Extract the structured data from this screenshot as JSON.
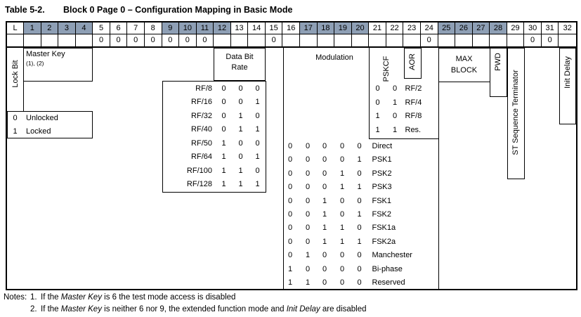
{
  "title": {
    "label": "Table 5-2.",
    "text": "Block 0 Page 0 – Configuration Mapping in Basic Mode"
  },
  "bit_header": {
    "columns": [
      "L",
      "1",
      "2",
      "3",
      "4",
      "5",
      "6",
      "7",
      "8",
      "9",
      "10",
      "11",
      "12",
      "13",
      "14",
      "15",
      "16",
      "17",
      "18",
      "19",
      "20",
      "21",
      "22",
      "23",
      "24",
      "25",
      "26",
      "27",
      "28",
      "29",
      "30",
      "31",
      "32"
    ],
    "shaded_columns": [
      1,
      2,
      3,
      4,
      9,
      10,
      11,
      12,
      17,
      18,
      19,
      20,
      25,
      26,
      27,
      28
    ],
    "shade_color": "#8E9FB5",
    "fixed_zero_columns": [
      5,
      6,
      7,
      8,
      9,
      10,
      11,
      15,
      24,
      30,
      31
    ],
    "fixed_zero_value": "0"
  },
  "fields": {
    "lock_bit": {
      "label": "Lock Bit",
      "legend": [
        {
          "value": "0",
          "meaning": "Unlocked"
        },
        {
          "value": "1",
          "meaning": "Locked"
        }
      ]
    },
    "master_key": {
      "label": "Master Key",
      "note_refs": "(1), (2)"
    },
    "data_bit_rate": {
      "label_lines": [
        "Data Bit",
        "Rate"
      ],
      "options": [
        {
          "name": "RF/8",
          "bits": [
            "0",
            "0",
            "0"
          ]
        },
        {
          "name": "RF/16",
          "bits": [
            "0",
            "0",
            "1"
          ]
        },
        {
          "name": "RF/32",
          "bits": [
            "0",
            "1",
            "0"
          ]
        },
        {
          "name": "RF/40",
          "bits": [
            "0",
            "1",
            "1"
          ]
        },
        {
          "name": "RF/50",
          "bits": [
            "1",
            "0",
            "0"
          ]
        },
        {
          "name": "RF/64",
          "bits": [
            "1",
            "0",
            "1"
          ]
        },
        {
          "name": "RF/100",
          "bits": [
            "1",
            "1",
            "0"
          ]
        },
        {
          "name": "RF/128",
          "bits": [
            "1",
            "1",
            "1"
          ]
        }
      ]
    },
    "modulation": {
      "label": "Modulation",
      "options": [
        {
          "bits": [
            "0",
            "0",
            "0",
            "0",
            "0"
          ],
          "name": "Direct"
        },
        {
          "bits": [
            "0",
            "0",
            "0",
            "0",
            "1"
          ],
          "name": "PSK1"
        },
        {
          "bits": [
            "0",
            "0",
            "0",
            "1",
            "0"
          ],
          "name": "PSK2"
        },
        {
          "bits": [
            "0",
            "0",
            "0",
            "1",
            "1"
          ],
          "name": "PSK3"
        },
        {
          "bits": [
            "0",
            "0",
            "1",
            "0",
            "0"
          ],
          "name": "FSK1"
        },
        {
          "bits": [
            "0",
            "0",
            "1",
            "0",
            "1"
          ],
          "name": "FSK2"
        },
        {
          "bits": [
            "0",
            "0",
            "1",
            "1",
            "0"
          ],
          "name": "FSK1a"
        },
        {
          "bits": [
            "0",
            "0",
            "1",
            "1",
            "1"
          ],
          "name": "FSK2a"
        },
        {
          "bits": [
            "0",
            "1",
            "0",
            "0",
            "0"
          ],
          "name": "Manchester"
        },
        {
          "bits": [
            "1",
            "0",
            "0",
            "0",
            "0"
          ],
          "name": "Bi-phase"
        },
        {
          "bits": [
            "1",
            "1",
            "0",
            "0",
            "0"
          ],
          "name": "Reserved"
        }
      ]
    },
    "pskcf": {
      "label": "PSKCF",
      "options": [
        {
          "bits": [
            "0",
            "0"
          ],
          "name": "RF/2"
        },
        {
          "bits": [
            "0",
            "1"
          ],
          "name": "RF/4"
        },
        {
          "bits": [
            "1",
            "0"
          ],
          "name": "RF/8"
        },
        {
          "bits": [
            "1",
            "1"
          ],
          "name": "Res."
        }
      ]
    },
    "aor": {
      "label": "AOR"
    },
    "max_block": {
      "label_lines": [
        "MAX",
        "BLOCK"
      ]
    },
    "pwd": {
      "label": "PWD"
    },
    "st_sequence_terminator": {
      "label": "ST Sequence Terminator"
    },
    "init_delay": {
      "label": "Init Delay"
    }
  },
  "notes": {
    "label": "Notes:",
    "items": [
      {
        "num": "1.",
        "parts": [
          {
            "t": "If the "
          },
          {
            "t": "Master Key",
            "i": true
          },
          {
            "t": " is 6 the test mode access is disabled"
          }
        ]
      },
      {
        "num": "2.",
        "parts": [
          {
            "t": "If the "
          },
          {
            "t": "Master Key",
            "i": true
          },
          {
            "t": " is neither 6 nor 9, the extended function mode and "
          },
          {
            "t": "Init Delay",
            "i": true
          },
          {
            "t": " are disabled"
          }
        ]
      }
    ]
  }
}
